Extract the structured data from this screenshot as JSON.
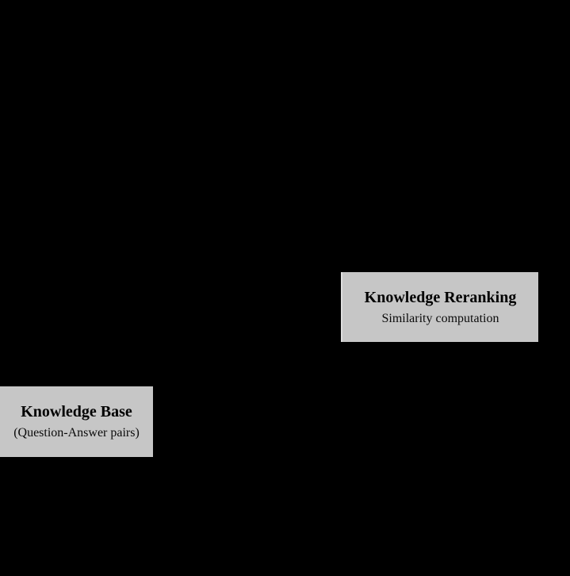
{
  "canvas": {
    "background": "#000000"
  },
  "diagram": {
    "nodes": [
      {
        "id": "knowledge-reranking",
        "title": "Knowledge Reranking",
        "subtitle": "Similarity computation",
        "fill": "#c6c6c6",
        "text_color": "#000000"
      },
      {
        "id": "knowledge-base",
        "title": "Knowledge Base",
        "subtitle": "(Question-Answer pairs)",
        "fill": "#c6c6c6",
        "text_color": "#000000"
      }
    ]
  }
}
